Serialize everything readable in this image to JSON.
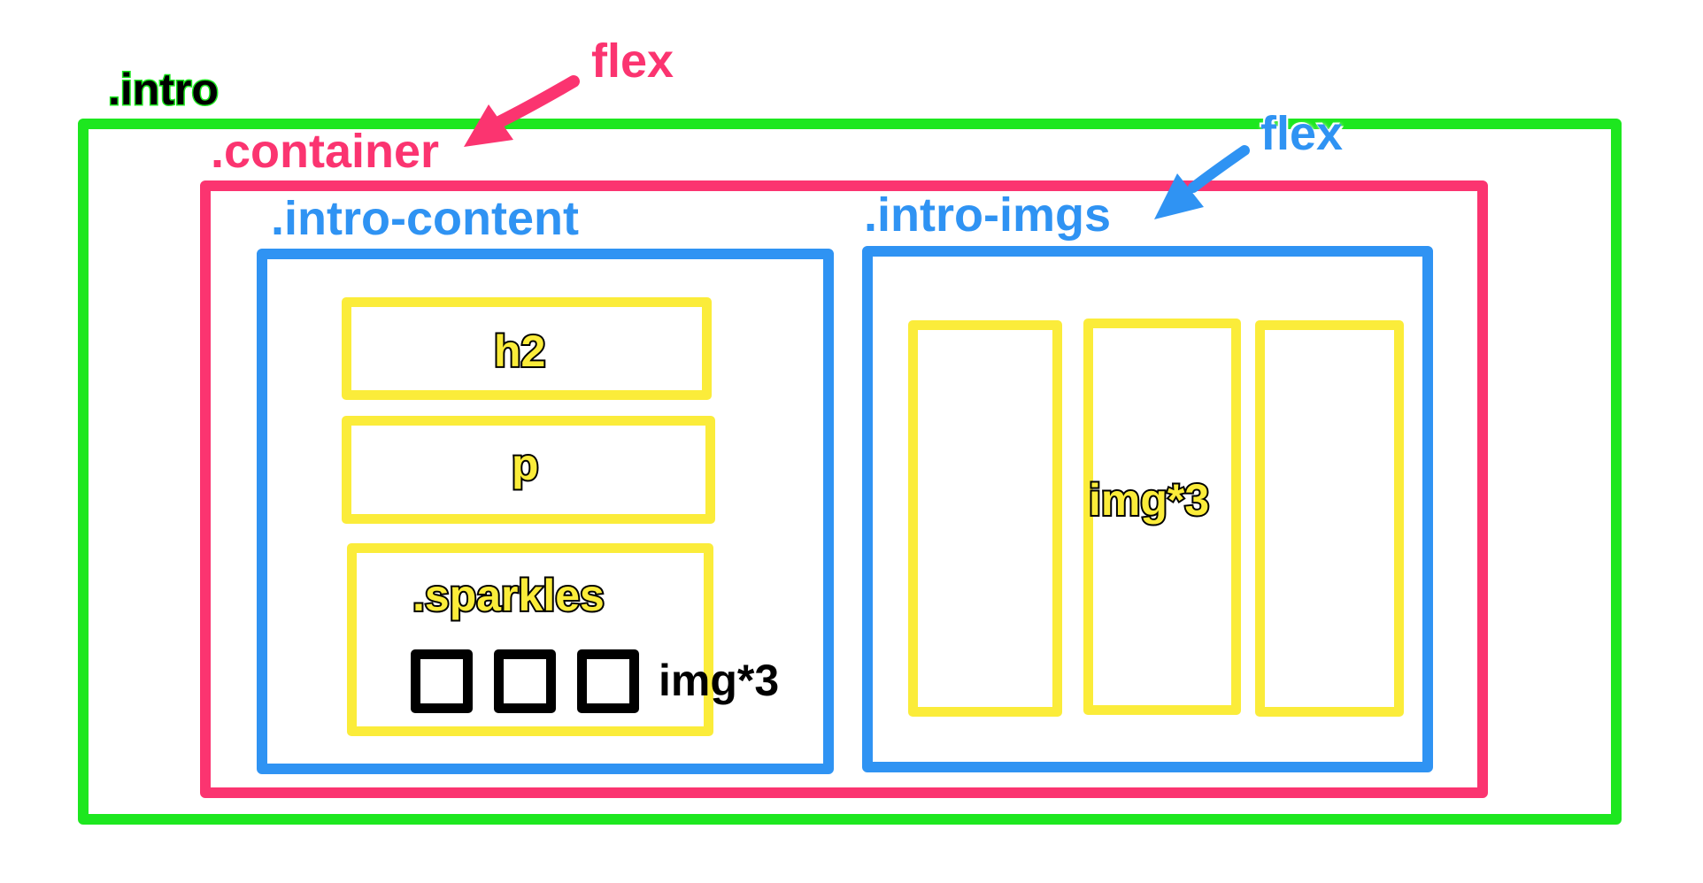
{
  "labels": {
    "intro": ".intro",
    "container": ".container",
    "container_flex": "flex",
    "intro_content": ".intro-content",
    "intro_imgs": ".intro-imgs",
    "imgs_flex": "flex",
    "h2": "h2",
    "p": "p",
    "sparkles": ".sparkles",
    "sparkles_imgs": "img*3",
    "intro_imgs_imgs": "img*3"
  },
  "colors": {
    "intro": "#1de71f",
    "container": "#fb3470",
    "intro_content": "#2f93f3",
    "intro_imgs": "#2f93f3",
    "children": "#fbec3a",
    "sparkle_icons": "#000000"
  }
}
